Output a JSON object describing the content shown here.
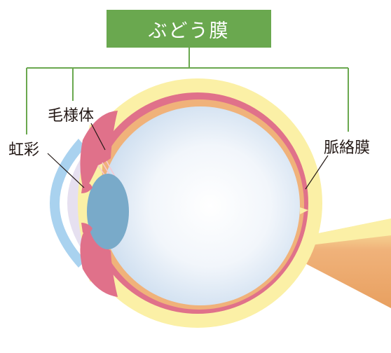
{
  "title": "ぶどう膜",
  "labels": {
    "ciliary_body": "毛様体",
    "iris": "虹彩",
    "choroid": "脈絡膜"
  },
  "colors": {
    "title_bg": "#6aa84f",
    "title_text": "#ffffff",
    "leader_lines": "#6aa84f",
    "sclera": "#fbf0a6",
    "choroid": "#e0718a",
    "retina": "#f0b27a",
    "vitreous": "#dde8f4",
    "lens": "#79aac9",
    "cornea": "#a9d2ef",
    "optic_nerve": "#f0b27a",
    "text": "#231815"
  }
}
